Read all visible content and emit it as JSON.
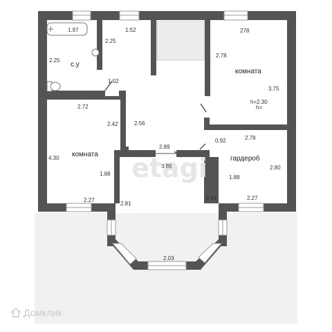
{
  "watermark": "etagi",
  "brand": {
    "text": "Домклик"
  },
  "colors": {
    "wall": "#545454",
    "window_frame": "#9a9a9a",
    "glass": "#ffffff",
    "terrace": "#f1f1f1"
  },
  "rooms": {
    "bathroom": "с.у",
    "room_top": "комната",
    "room_left": "комната",
    "wardrobe": "гардероб"
  },
  "height_labels": {
    "h1": "h=2.30",
    "h2": "h="
  },
  "dimensions": {
    "d197": "1.97",
    "d152": "1.52",
    "d278a": "278",
    "d225a": "2.25",
    "d225b": "2.25",
    "d278b": "2.78",
    "d102": "1.02",
    "d375": "3.75",
    "d272": "2.72",
    "d242": "2.42",
    "d256": "2.56",
    "d278c": "2.78",
    "d092": "0.92",
    "d289": "2.89",
    "d386": "3.86",
    "d430": "4.30",
    "d280": "2.80",
    "d188a": "1.88",
    "d188b": "1.88",
    "d227a": "2.27",
    "d227b": "2.27",
    "d281a": "2.81",
    "d281b": "2.81",
    "d203": "2.03"
  }
}
